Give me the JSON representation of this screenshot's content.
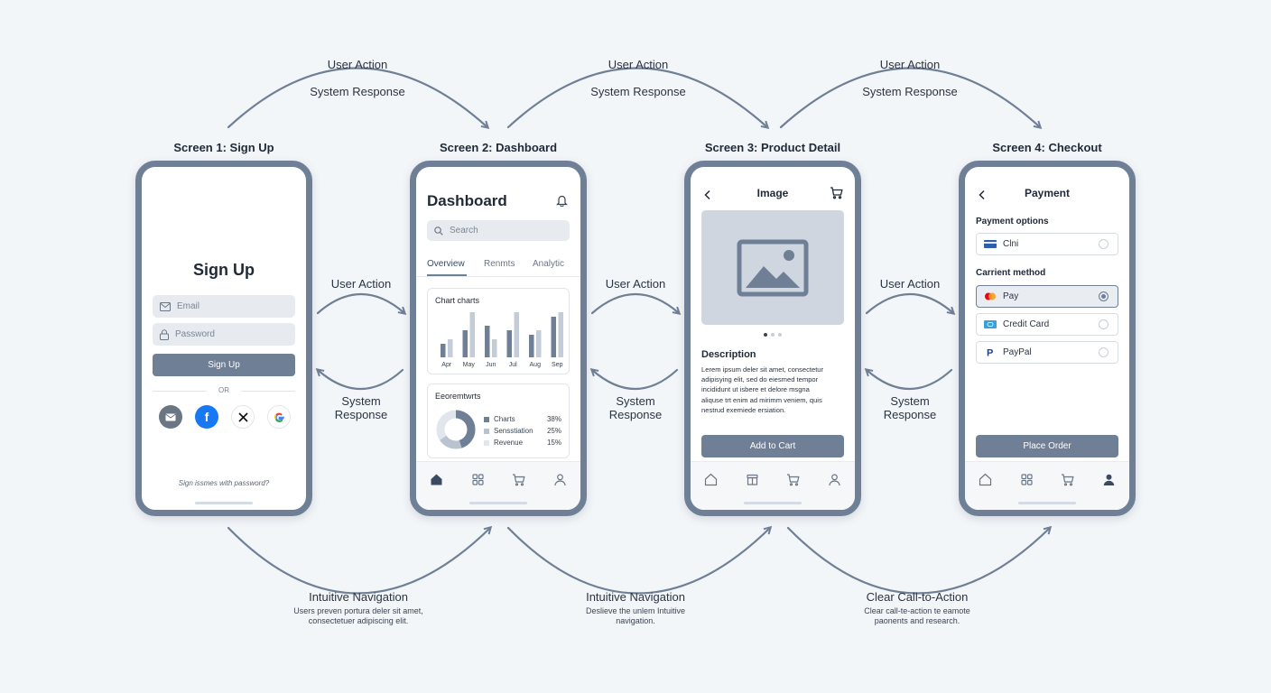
{
  "flow": {
    "top_action": "User Action",
    "top_response": "System Response",
    "mid_action": "User Action",
    "mid_response_line1": "System",
    "mid_response_line2": "Response",
    "bottom": [
      {
        "title": "Intuitive Navigation",
        "line1": "Users preven portura deler sit amet,",
        "line2": "consectetuer adipiscing elit."
      },
      {
        "title": "Intuitive Navigation",
        "line1": "Deslieve the unlem Intuitive",
        "line2": "navigation."
      },
      {
        "title": "Clear Call-to-Action",
        "line1": "Clear call-te-action te eamote",
        "line2": "paonents and research."
      }
    ]
  },
  "screens": [
    {
      "title": "Screen 1: Sign Up"
    },
    {
      "title": "Screen 2: Dashboard"
    },
    {
      "title": "Screen 3: Product Detail"
    },
    {
      "title": "Screen 4: Checkout"
    }
  ],
  "signup": {
    "heading": "Sign Up",
    "email_placeholder": "Email",
    "password_placeholder": "Password",
    "button": "Sign Up",
    "divider": "OR",
    "footer": "Sign issmes with password?"
  },
  "dashboard": {
    "heading": "Dashboard",
    "search_placeholder": "Search",
    "tabs": [
      "Overview",
      "Renmts",
      "Analytic"
    ],
    "chart_title": "Chart charts",
    "legend_title": "Eeoremtwrts",
    "legend": [
      {
        "label": "Charts",
        "value": "38%",
        "color": "#6f7f96"
      },
      {
        "label": "Sensstiation",
        "value": "25%",
        "color": "#b9c3cf"
      },
      {
        "label": "Revenue",
        "value": "15%",
        "color": "#e1e6ec"
      }
    ]
  },
  "chart_data": {
    "type": "bar",
    "title": "Chart charts",
    "categories": [
      "Apr",
      "May",
      "Jun",
      "Jul",
      "Aug",
      "Sep"
    ],
    "series": [
      {
        "values": [
          3,
          6,
          7,
          6,
          5,
          9
        ]
      },
      {
        "values": [
          4,
          10,
          4,
          10,
          6,
          10
        ]
      }
    ],
    "colors": [
      "#6f7f96",
      "#c3ccd7"
    ]
  },
  "product": {
    "header": "Image",
    "desc_title": "Description",
    "desc_lines": [
      "Lerem ipsum deler sit amet, consectetur",
      "adipisying elit, sed do eiesmed tempor",
      "incididunt ut isbere et delore msgna",
      "aliquse trt enim ad mirimm veniem, quis",
      "nestrud exemiede ersiation."
    ],
    "button": "Add to Cart"
  },
  "checkout": {
    "header": "Payment",
    "options_title": "Payment options",
    "option1": "Clni",
    "method_title": "Carrient method",
    "methods": [
      "Pay",
      "Credit Card",
      "PayPal"
    ],
    "button": "Place Order"
  },
  "colors": {
    "accent": "#6f7f96",
    "background": "#f3f6f9"
  }
}
